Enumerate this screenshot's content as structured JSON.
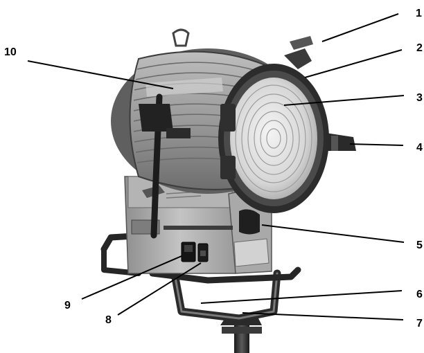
{
  "callouts": {
    "c1": "1",
    "c2": "2",
    "c3": "3",
    "c4": "4",
    "c5": "5",
    "c6": "6",
    "c7": "7",
    "c8": "8",
    "c9": "9",
    "c10": "10"
  },
  "colors": {
    "background": "#ffffff",
    "housing": "#8a8a8a",
    "housing_dark": "#4a4a4a",
    "lens": "#d8d8d8",
    "ink": "#000000"
  }
}
